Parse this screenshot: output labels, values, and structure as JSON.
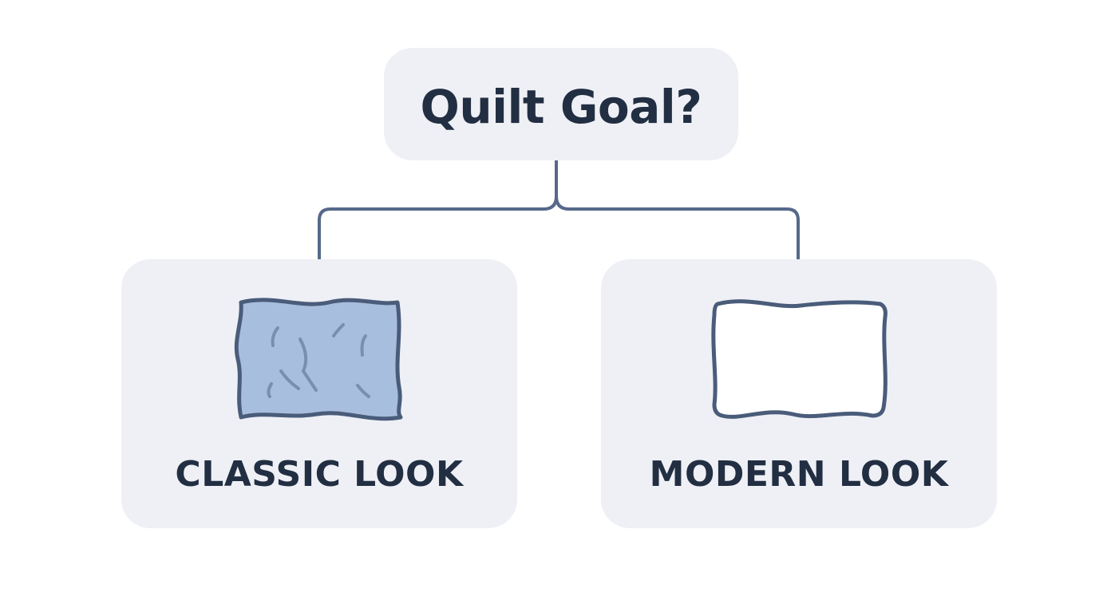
{
  "diagram": {
    "root": {
      "label": "Quilt Goal?"
    },
    "options": [
      {
        "label": "CLASSIC LOOK",
        "icon": "batting-swatch-icon",
        "fill_color": "#a8bedf"
      },
      {
        "label": "MODERN LOOK",
        "icon": "plain-swatch-icon",
        "fill_color": "#ffffff"
      }
    ],
    "colors": {
      "node_background": "#eef0f5",
      "text": "#222e42",
      "connector": "#56698a",
      "icon_stroke": "#4a5c7a"
    }
  }
}
